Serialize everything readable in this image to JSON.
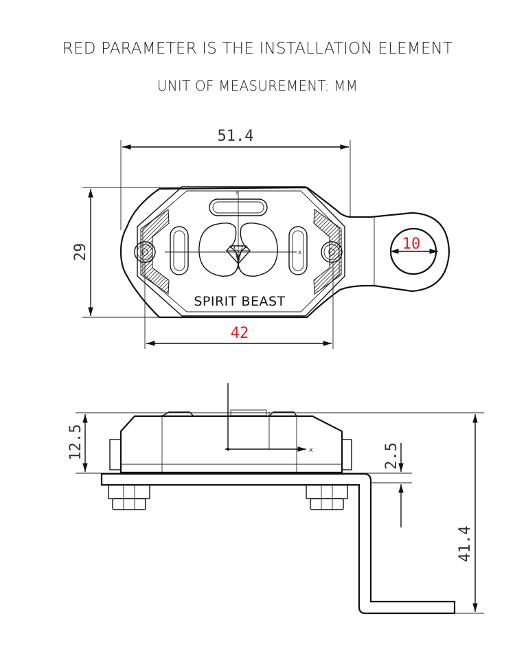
{
  "header": {
    "line1": "RED PARAMETER IS THE INSTALLATION ELEMENT",
    "line2": "UNIT OF MEASUREMENT: MM"
  },
  "top_view": {
    "width_overall": "51.4",
    "height": "29",
    "width_mount": "42",
    "hole_diameter": "10",
    "brand": "SPIRIT BEAST",
    "axis_x": "x",
    "axis_y": "y"
  },
  "side_view": {
    "plate_height": "12.5",
    "thickness": "2.5",
    "total_height": "41.4",
    "axis_x": "x"
  },
  "colors": {
    "installation_dimension": "#d22222",
    "line": "#111111"
  }
}
